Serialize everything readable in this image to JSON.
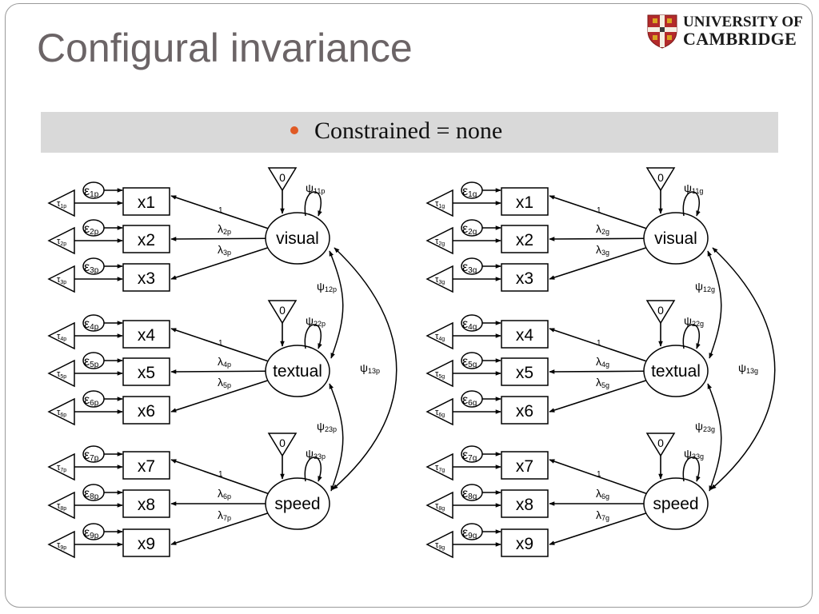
{
  "slide": {
    "title": "Configural invariance",
    "bullet": "Constrained = none"
  },
  "logo": {
    "line1": "UNIVERSITY OF",
    "line2": "CAMBRIDGE",
    "shield_colors": {
      "field": "#b32a2a",
      "cross": "#f4efe2",
      "lion": "#d9a520"
    }
  },
  "colors": {
    "bullet": "#e05a25",
    "band": "#d9d9d9",
    "title": "#6b6466"
  },
  "diagrams": [
    {
      "group": "p",
      "latent": [
        {
          "name": "visual",
          "mean": "0",
          "var_sym": "ψ",
          "var_sub": "11p"
        },
        {
          "name": "textual",
          "mean": "0",
          "var_sym": "ψ",
          "var_sub": "22p"
        },
        {
          "name": "speed",
          "mean": "0",
          "var_sym": "ψ",
          "var_sub": "33p"
        }
      ],
      "covariances": [
        {
          "sym": "ψ",
          "sub": "12p"
        },
        {
          "sym": "ψ",
          "sub": "23p"
        },
        {
          "sym": "ψ",
          "sub": "13p"
        }
      ],
      "indicators": [
        {
          "name": "x1",
          "load": "1",
          "load_sub": "",
          "err": "ε",
          "err_sub": "1p",
          "int": "τ",
          "int_sub": "1p"
        },
        {
          "name": "x2",
          "load": "λ",
          "load_sub": "2p",
          "err": "ε",
          "err_sub": "2p",
          "int": "τ",
          "int_sub": "2p"
        },
        {
          "name": "x3",
          "load": "λ",
          "load_sub": "3p",
          "err": "ε",
          "err_sub": "3p",
          "int": "τ",
          "int_sub": "3p"
        },
        {
          "name": "x4",
          "load": "1",
          "load_sub": "",
          "err": "ε",
          "err_sub": "4p",
          "int": "τ",
          "int_sub": "4p"
        },
        {
          "name": "x5",
          "load": "λ",
          "load_sub": "4p",
          "err": "ε",
          "err_sub": "5p",
          "int": "τ",
          "int_sub": "5p"
        },
        {
          "name": "x6",
          "load": "λ",
          "load_sub": "5p",
          "err": "ε",
          "err_sub": "6p",
          "int": "τ",
          "int_sub": "6p"
        },
        {
          "name": "x7",
          "load": "1",
          "load_sub": "",
          "err": "ε",
          "err_sub": "7p",
          "int": "τ",
          "int_sub": "7p"
        },
        {
          "name": "x8",
          "load": "λ",
          "load_sub": "6p",
          "err": "ε",
          "err_sub": "8p",
          "int": "τ",
          "int_sub": "8p"
        },
        {
          "name": "x9",
          "load": "λ",
          "load_sub": "7p",
          "err": "ε",
          "err_sub": "9p",
          "int": "τ",
          "int_sub": "9p"
        }
      ]
    },
    {
      "group": "g",
      "latent": [
        {
          "name": "visual",
          "mean": "0",
          "var_sym": "ψ",
          "var_sub": "11g"
        },
        {
          "name": "textual",
          "mean": "0",
          "var_sym": "ψ",
          "var_sub": "22g"
        },
        {
          "name": "speed",
          "mean": "0",
          "var_sym": "ψ",
          "var_sub": "33g"
        }
      ],
      "covariances": [
        {
          "sym": "ψ",
          "sub": "12g"
        },
        {
          "sym": "ψ",
          "sub": "23g"
        },
        {
          "sym": "ψ",
          "sub": "13g"
        }
      ],
      "indicators": [
        {
          "name": "x1",
          "load": "1",
          "load_sub": "",
          "err": "ε",
          "err_sub": "1g",
          "int": "τ",
          "int_sub": "1g"
        },
        {
          "name": "x2",
          "load": "λ",
          "load_sub": "2g",
          "err": "ε",
          "err_sub": "2g",
          "int": "τ",
          "int_sub": "2g"
        },
        {
          "name": "x3",
          "load": "λ",
          "load_sub": "3g",
          "err": "ε",
          "err_sub": "3g",
          "int": "τ",
          "int_sub": "3g"
        },
        {
          "name": "x4",
          "load": "1",
          "load_sub": "",
          "err": "ε",
          "err_sub": "4g",
          "int": "τ",
          "int_sub": "4g"
        },
        {
          "name": "x5",
          "load": "λ",
          "load_sub": "4g",
          "err": "ε",
          "err_sub": "5g",
          "int": "τ",
          "int_sub": "5g"
        },
        {
          "name": "x6",
          "load": "λ",
          "load_sub": "5g",
          "err": "ε",
          "err_sub": "6g",
          "int": "τ",
          "int_sub": "6g"
        },
        {
          "name": "x7",
          "load": "1",
          "load_sub": "",
          "err": "ε",
          "err_sub": "7g",
          "int": "τ",
          "int_sub": "7g"
        },
        {
          "name": "x8",
          "load": "λ",
          "load_sub": "6g",
          "err": "ε",
          "err_sub": "8g",
          "int": "τ",
          "int_sub": "8g"
        },
        {
          "name": "x9",
          "load": "λ",
          "load_sub": "7g",
          "err": "ε",
          "err_sub": "9g",
          "int": "τ",
          "int_sub": "9g"
        }
      ]
    }
  ]
}
